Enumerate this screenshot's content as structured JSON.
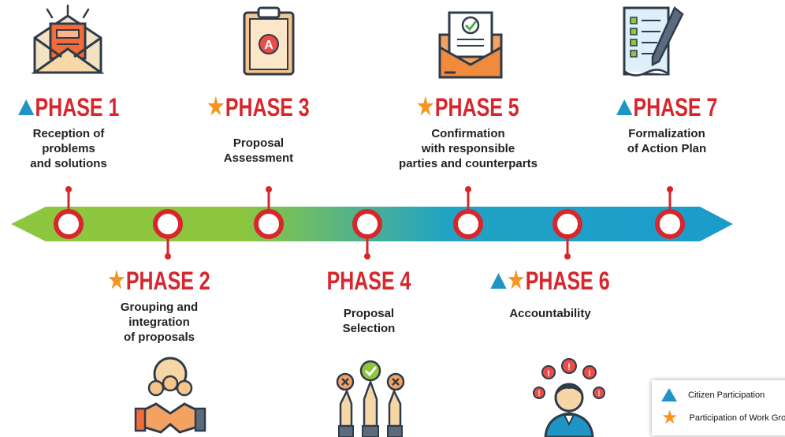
{
  "phases": [
    {
      "title": "PHASE 1",
      "desc": "Reception of\nproblems\nand solutions",
      "markers": [
        "triangle"
      ]
    },
    {
      "title": "PHASE 2",
      "desc": "Grouping and\nintegration\nof proposals",
      "markers": [
        "star"
      ]
    },
    {
      "title": "PHASE 3",
      "desc": "Proposal\nAssessment",
      "markers": [
        "star"
      ]
    },
    {
      "title": "PHASE 4",
      "desc": "Proposal\nSelection",
      "markers": []
    },
    {
      "title": "PHASE 5",
      "desc": "Confirmation\nwith responsible\nparties and counterparts",
      "markers": [
        "star"
      ]
    },
    {
      "title": "PHASE 6",
      "desc": "Accountability",
      "markers": [
        "triangle",
        "star"
      ]
    },
    {
      "title": "PHASE 7",
      "desc": "Formalization\nof Action Plan",
      "markers": [
        "triangle"
      ]
    }
  ],
  "icons": [
    "envelope-document-icon",
    "handshake-group-icon",
    "clipboard-grade-icon",
    "voting-hands-icon",
    "envelope-check-icon",
    "person-alerts-icon",
    "checklist-pen-icon"
  ],
  "legend": {
    "citizen": "Citizen Participation",
    "workgroup": "Participation of Work Group"
  },
  "colors": {
    "title_red": "#d7262c",
    "arrow_green": "#8dc63f",
    "arrow_blue": "#1f95c6",
    "triangle_blue": "#1f95c6",
    "star_orange": "#f7941d"
  }
}
